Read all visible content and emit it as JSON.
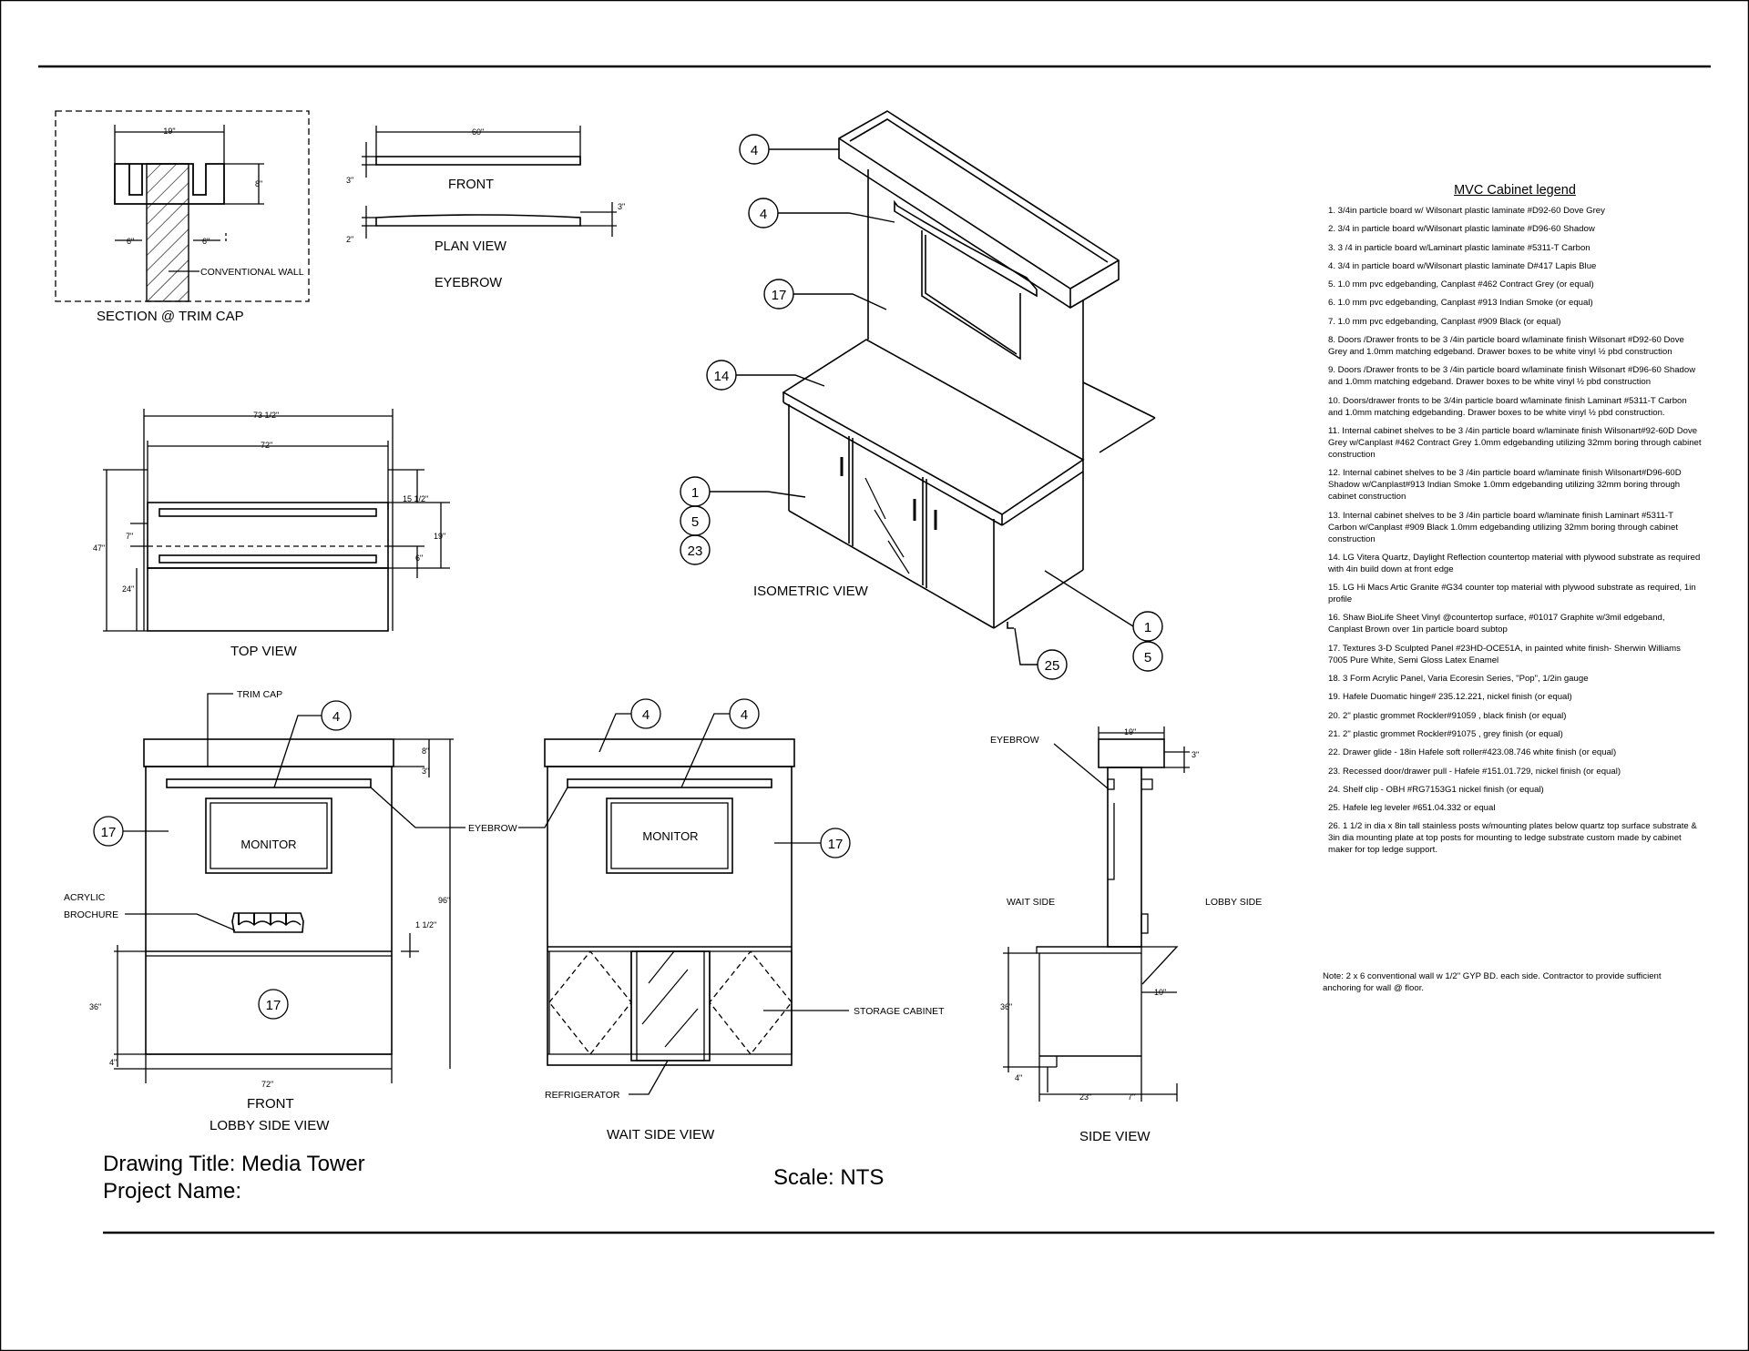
{
  "views": {
    "section_trim_cap": "SECTION @ TRIM CAP",
    "front": "FRONT",
    "plan_view": "PLAN VIEW",
    "eyebrow": "EYEBROW",
    "top_view": "TOP VIEW",
    "isometric_view": "ISOMETRIC VIEW",
    "lobby_front": "FRONT",
    "lobby_side_view": "LOBBY SIDE VIEW",
    "wait_side_view": "WAIT SIDE VIEW",
    "side_view": "SIDE VIEW"
  },
  "labels": {
    "conventional_wall": "CONVENTIONAL WALL",
    "trim_cap": "TRIM CAP",
    "monitor": "MONITOR",
    "acrylic": "ACRYLIC",
    "brochure": "BROCHURE",
    "eyebrow": "EYEBROW",
    "storage_cabinet": "STORAGE CABINET",
    "refrigerator": "REFRIGERATOR",
    "wait_side": "WAIT SIDE",
    "lobby_side": "LOBBY SIDE"
  },
  "dims": {
    "d19": "19\"",
    "d8": "8\"",
    "d6a": "6\"",
    "d6b": "6\"",
    "d60": "60\"",
    "d3a": "3\"",
    "d2": "2\"",
    "d3b": "3\"",
    "d73": "73 1/2\"",
    "d72": "72\"",
    "d47": "47\"",
    "d24": "24\"",
    "d7": "7\"",
    "d15": "15 1/2\"",
    "d19b": "19\"",
    "d6c": "6\"",
    "l8": "8\"",
    "l3": "3\"",
    "l96": "96\"",
    "l112": "1 1/2\"",
    "l36": "36\"",
    "l4": "4\"",
    "l72": "72\"",
    "s19": "19\"",
    "s3": "3\"",
    "s10": "10\"",
    "s36": "36\"",
    "s4": "4\"",
    "s23": "23\"",
    "s7": "7\""
  },
  "callouts": {
    "iso": [
      "4",
      "4",
      "17",
      "14",
      "1",
      "5",
      "23",
      "1",
      "5",
      "25"
    ],
    "lobby": [
      "4",
      "17",
      "17"
    ],
    "wait": [
      "4",
      "4",
      "17"
    ]
  },
  "legend": {
    "title": "MVC Cabinet legend",
    "items": [
      "1. 3/4in particle board w/ Wilsonart plastic laminate #D92-60 Dove Grey",
      "2. 3/4 in particle board w/Wilsonart plastic laminate #D96-60 Shadow",
      "3. 3 /4 in particle board w/Laminart plastic laminate #5311-T Carbon",
      "4. 3/4 in particle board w/Wilsonart plastic laminate D#417 Lapis Blue",
      "5. 1.0 mm pvc edgebanding, Canplast #462 Contract Grey (or equal)",
      "6. 1.0 mm pvc edgebanding, Canplast #913 Indian Smoke (or equal)",
      "7. 1.0 mm pvc edgebanding, Canplast #909 Black (or equal)",
      "8. Doors /Drawer fronts  to be 3 /4in particle board  w/laminate finish  Wilsonart #D92-60 Dove Grey and 1.0mm matching edgeband. Drawer boxes to be white vinyl ½ pbd construction",
      "9. Doors /Drawer fronts  to be 3 /4in particle board  w/laminate finish  Wilsonart #D96-60 Shadow and 1.0mm matching edgeband. Drawer boxes to be white vinyl ½ pbd construction",
      "10. Doors/drawer fronts  to be 3/4in particle board w/laminate finish Laminart #5311-T Carbon and 1.0mm matching edgebanding. Drawer boxes to be white vinyl ½ pbd construction.",
      "11. Internal cabinet shelves to be 3 /4in particle board w/laminate finish Wilsonart#92-60D Dove Grey w/Canplast #462 Contract Grey 1.0mm edgebanding utilizing 32mm boring through cabinet construction",
      "12. Internal cabinet shelves to be 3 /4in particle board w/laminate finish Wilsonart#D96-60D Shadow w/Canplast#913 Indian Smoke 1.0mm edgebanding utilizing 32mm boring through cabinet construction",
      "13. Internal cabinet shelves to be 3 /4in particle board w/laminate finish  Laminart #5311-T Carbon  w/Canplast #909 Black 1.0mm edgebanding utilizing 32mm boring through cabinet construction",
      "14. LG Vitera Quartz, Daylight  Reflection countertop material with plywood substrate as required with 4in build down at front edge",
      "15. LG Hi Macs Artic Granite #G34 counter top material with plywood substrate as required, 1in profile",
      "16. Shaw BioLife Sheet Vinyl @countertop surface, #01017 Graphite w/3mil edgeband, Canplast Brown over 1in particle board subtop",
      "17. Textures 3-D Sculpted Panel #23HD-OCE51A, in painted white finish- Sherwin Williams 7005 Pure White, Semi Gloss Latex Enamel",
      "18. 3 Form Acrylic Panel, Varia Ecoresin Series, \"Pop\", 1/2in gauge",
      "19. Hafele Duomatic hinge# 235.12.221, nickel finish (or equal)",
      "20. 2\" plastic grommet Rockler#91059 , black finish (or equal)",
      "21. 2\" plastic grommet Rockler#91075 , grey finish (or equal)",
      "22. Drawer glide - 18in Hafele soft roller#423.08.746 white finish (or equal)",
      "23. Recessed door/drawer pull - Hafele #151.01.729, nickel finish (or equal)",
      "24. Shelf clip - OBH #RG7153G1 nickel finish (or equal)",
      "25. Hafele leg leveler #651.04.332 or equal",
      "26. 1 1/2 in dia x 8in tall stainless posts w/mounting plates below quartz top surface substrate & 3in dia mounting plate at top posts for mounting to ledge substrate custom made by cabinet maker for top ledge support."
    ]
  },
  "note": "Note: 2 x 6 conventional wall w 1/2\" GYP BD. each side. Contractor to provide sufficient anchoring for wall @ floor.",
  "title_block": {
    "drawing_title": "Drawing Title: Media Tower",
    "project_name": "Project Name:",
    "scale": "Scale: NTS"
  }
}
